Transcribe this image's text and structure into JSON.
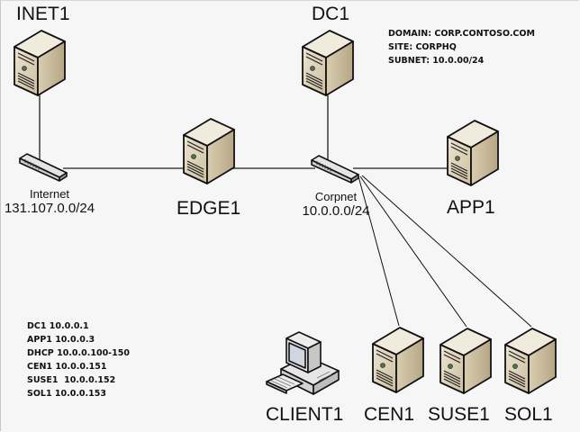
{
  "domain_info": {
    "lines": [
      "DOMAIN: CORP.CONTOSO.COM",
      "SITE: CORPHQ",
      "SUBNET: 10.0.00/24"
    ]
  },
  "address_list": {
    "lines": [
      "DC1 10.0.0.1",
      "APP1 10.0.0.3",
      "DHCP 10.0.0.100-150",
      "CEN1 10.0.0.151",
      "SUSE1  10.0.0.152",
      "SOL1 10.0.0.153"
    ]
  },
  "nodes": {
    "inet1": {
      "label": "INET1",
      "icon": "server-icon"
    },
    "dc1": {
      "label": "DC1",
      "icon": "server-icon"
    },
    "edge1": {
      "label": "EDGE1",
      "icon": "server-icon"
    },
    "app1": {
      "label": "APP1",
      "icon": "server-icon"
    },
    "client1": {
      "label": "CLIENT1",
      "icon": "workstation-icon"
    },
    "cen1": {
      "label": "CEN1",
      "icon": "server-icon"
    },
    "suse1": {
      "label": "SUSE1",
      "icon": "server-icon"
    },
    "sol1": {
      "label": "SOL1",
      "icon": "server-icon"
    }
  },
  "networks": {
    "internet": {
      "name": "Internet",
      "subnet": "131.107.0.0/24",
      "icon": "switch-icon"
    },
    "corpnet": {
      "name": "Corpnet",
      "subnet": "10.0.0.0/24",
      "icon": "switch-icon"
    }
  },
  "links": [
    [
      "inet1",
      "internet"
    ],
    [
      "internet",
      "edge1"
    ],
    [
      "edge1",
      "corpnet"
    ],
    [
      "dc1",
      "corpnet"
    ],
    [
      "corpnet",
      "app1"
    ],
    [
      "corpnet",
      "cen1"
    ],
    [
      "corpnet",
      "suse1"
    ],
    [
      "corpnet",
      "sol1"
    ]
  ]
}
